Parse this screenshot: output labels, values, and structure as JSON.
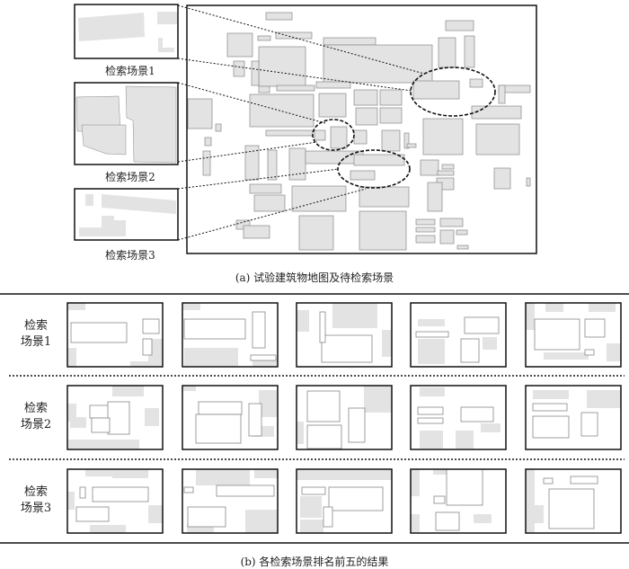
{
  "part_a": {
    "caption": "(a) 试验建筑物地图及待检索场景",
    "insets": [
      {
        "label": "检索场景1"
      },
      {
        "label": "检索场景2"
      },
      {
        "label": "检索场景3"
      }
    ]
  },
  "part_b": {
    "caption": "(b) 各检索场景排名前五的结果",
    "rows": [
      {
        "label_line1": "检索",
        "label_line2": "场景1"
      },
      {
        "label_line1": "检索",
        "label_line2": "场景2"
      },
      {
        "label_line1": "检索",
        "label_line2": "场景3"
      }
    ]
  },
  "colors": {
    "building_fill": "#e3e3e3",
    "building_stroke": "#888888",
    "frame": "#111111"
  }
}
